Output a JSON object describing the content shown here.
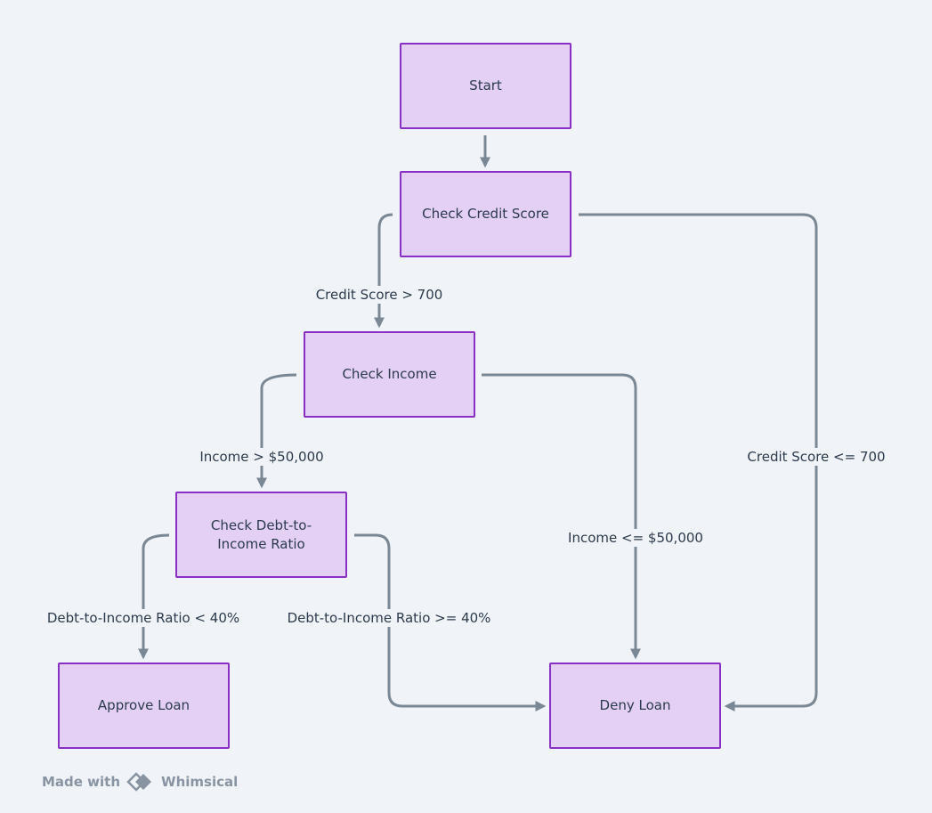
{
  "colors": {
    "background": "#f0f3f7",
    "node_fill": "#e3d0f4",
    "node_border": "#8a2fc4",
    "connector": "#7a8794",
    "text": "#2c3a4d"
  },
  "nodes": {
    "start": "Start",
    "check_credit": "Check Credit Score",
    "check_income": "Check Income",
    "check_dti": "Check Debt-to-Income Ratio",
    "approve": "Approve Loan",
    "deny": "Deny Loan"
  },
  "edge_labels": {
    "credit_gt_700": "Credit Score > 700",
    "credit_le_700": "Credit Score <= 700",
    "income_gt_50k": "Income > $50,000",
    "income_le_50k": "Income <= $50,000",
    "dti_lt_40": "Debt-to-Income Ratio < 40%",
    "dti_ge_40": "Debt-to-Income Ratio >= 40%"
  },
  "watermark": {
    "prefix": "Made with",
    "brand": "Whimsical",
    "icon": "whimsical-logo-icon"
  }
}
